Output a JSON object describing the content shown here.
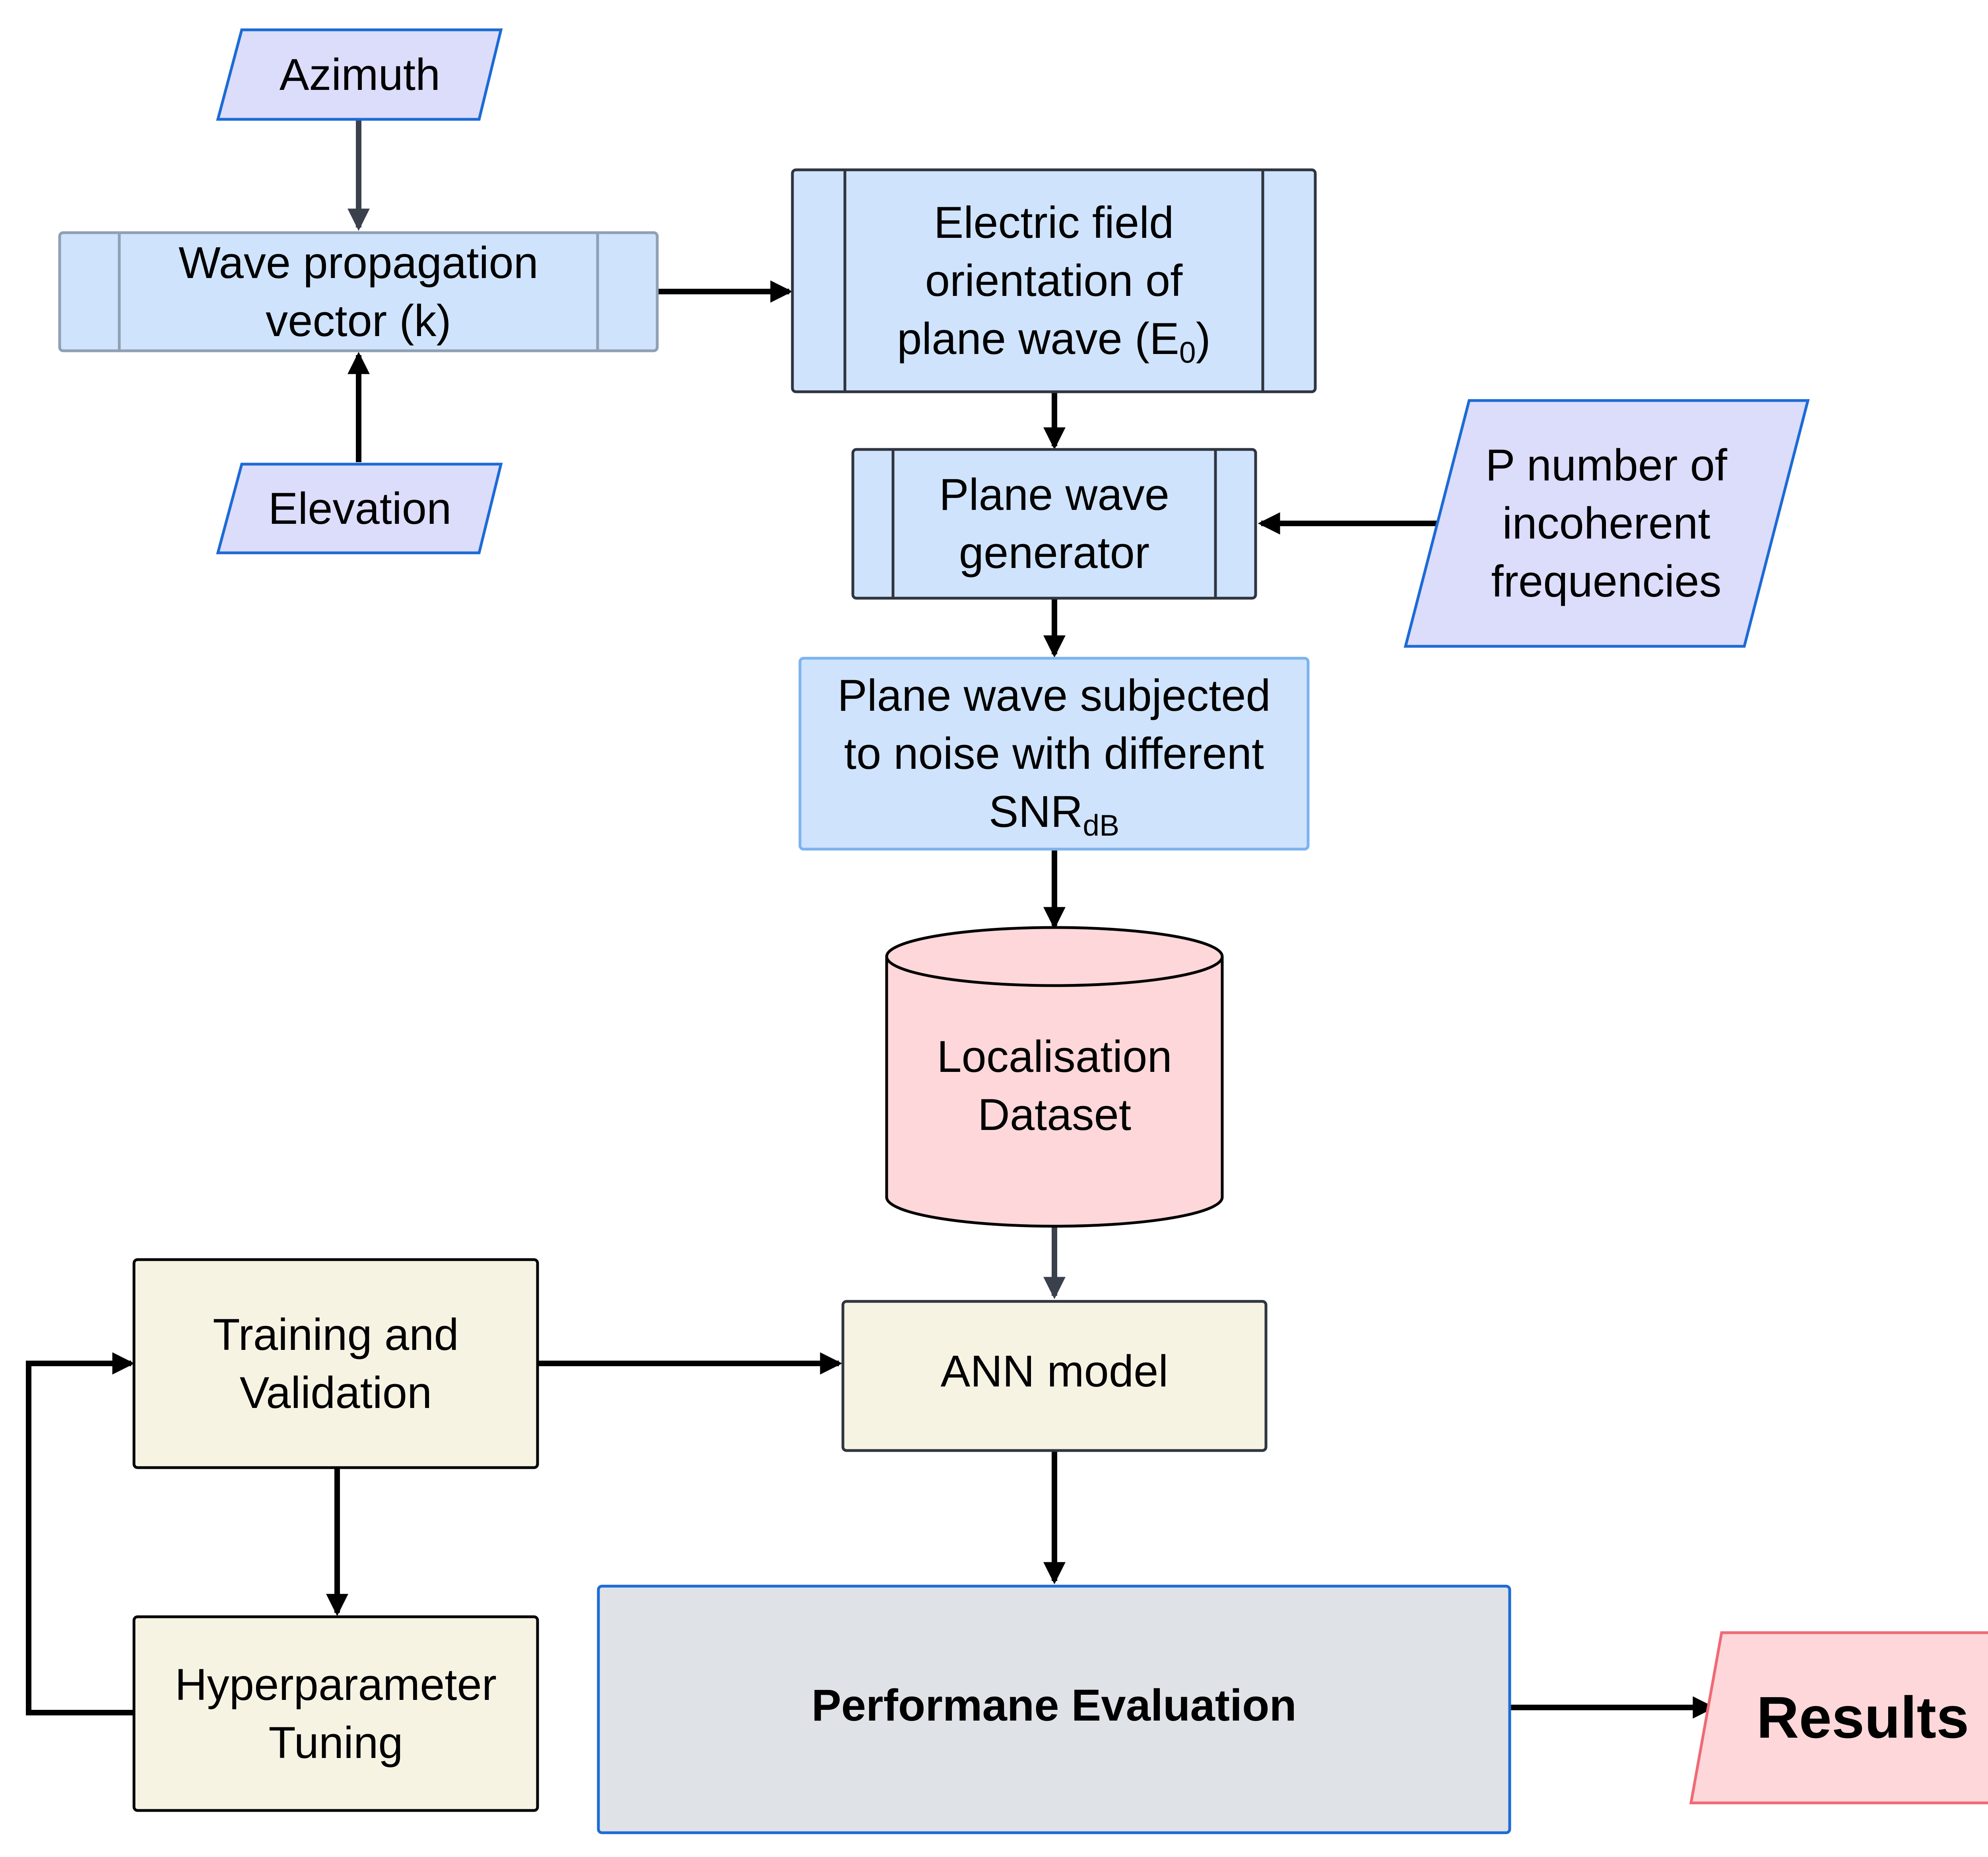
{
  "colors": {
    "io_fill": "#dcdcfb",
    "io_stroke": "#1c6bd6",
    "process_fill": "#cfe3fc",
    "process_stroke": "#2f3540",
    "wave_vector_stroke": "#8fa0b4",
    "noise_stroke": "#7cb3ef",
    "dataset_fill": "#fdd7d9",
    "model_fill": "#f6f3e3",
    "eval_fill": "#dfe2e7",
    "eval_stroke": "#1c6bd6",
    "results_fill": "#fdd7d9",
    "results_stroke": "#ef6a75",
    "arrow_dark": "#3a404c",
    "arrow_black": "#000000"
  },
  "nodes": {
    "azimuth": {
      "label": "Azimuth"
    },
    "elevation": {
      "label": "Elevation"
    },
    "wave_vector": {
      "line1": "Wave propagation",
      "line2": "vector (k)"
    },
    "efield": {
      "line1": "Electric field",
      "line2": "orientation of",
      "line3_pre": "plane wave (E",
      "line3_sub": "0",
      "line3_post": ")"
    },
    "plane_gen": {
      "line1": "Plane wave",
      "line2": "generator"
    },
    "p_number": {
      "line1": "P number of",
      "line2": "incoherent",
      "line3": "frequencies"
    },
    "noise": {
      "line1": "Plane wave subjected",
      "line2": "to noise with different",
      "line3": "SNR",
      "line3_sub": "dB"
    },
    "dataset": {
      "line1": "Localisation",
      "line2": "Dataset"
    },
    "training": {
      "line1": "Training and",
      "line2": "Validation"
    },
    "ann": {
      "label": "ANN model"
    },
    "hyper": {
      "line1": "Hyperparameter",
      "line2": "Tuning"
    },
    "eval": {
      "label": "Performane Evaluation"
    },
    "results": {
      "label": "Results"
    }
  }
}
